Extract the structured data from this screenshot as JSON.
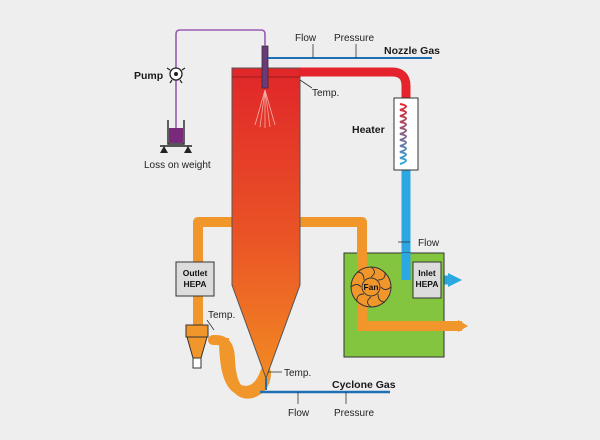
{
  "labels": {
    "pump": "Pump",
    "loss_on_weight": "Loss on weight",
    "nozzle_flow": "Flow",
    "nozzle_pressure": "Pressure",
    "nozzle_gas": "Nozzle Gas",
    "temp_top": "Temp.",
    "heater": "Heater",
    "heater_flow": "Flow",
    "outlet_hepa_1": "Outlet",
    "outlet_hepa_2": "HEPA",
    "fan": "Fan",
    "inlet_hepa_1": "Inlet",
    "inlet_hepa_2": "HEPA",
    "temp_cyclone": "Temp.",
    "temp_bottom": "Temp.",
    "cyclone_gas": "Cyclone Gas",
    "cyclone_flow": "Flow",
    "cyclone_pressure": "Pressure"
  },
  "colors": {
    "background": "#eeeeee",
    "chamber_top": "#e0262a",
    "chamber_bottom": "#f07f22",
    "orange_pipe": "#f0962b",
    "red_pipe": "#e4232c",
    "blue_pipe": "#2ba7e2",
    "gas_line": "#1f6fb5",
    "feed_line": "#9a5ab4",
    "fan_box": "#84c540",
    "hepa_box": "#dcdcdc"
  }
}
